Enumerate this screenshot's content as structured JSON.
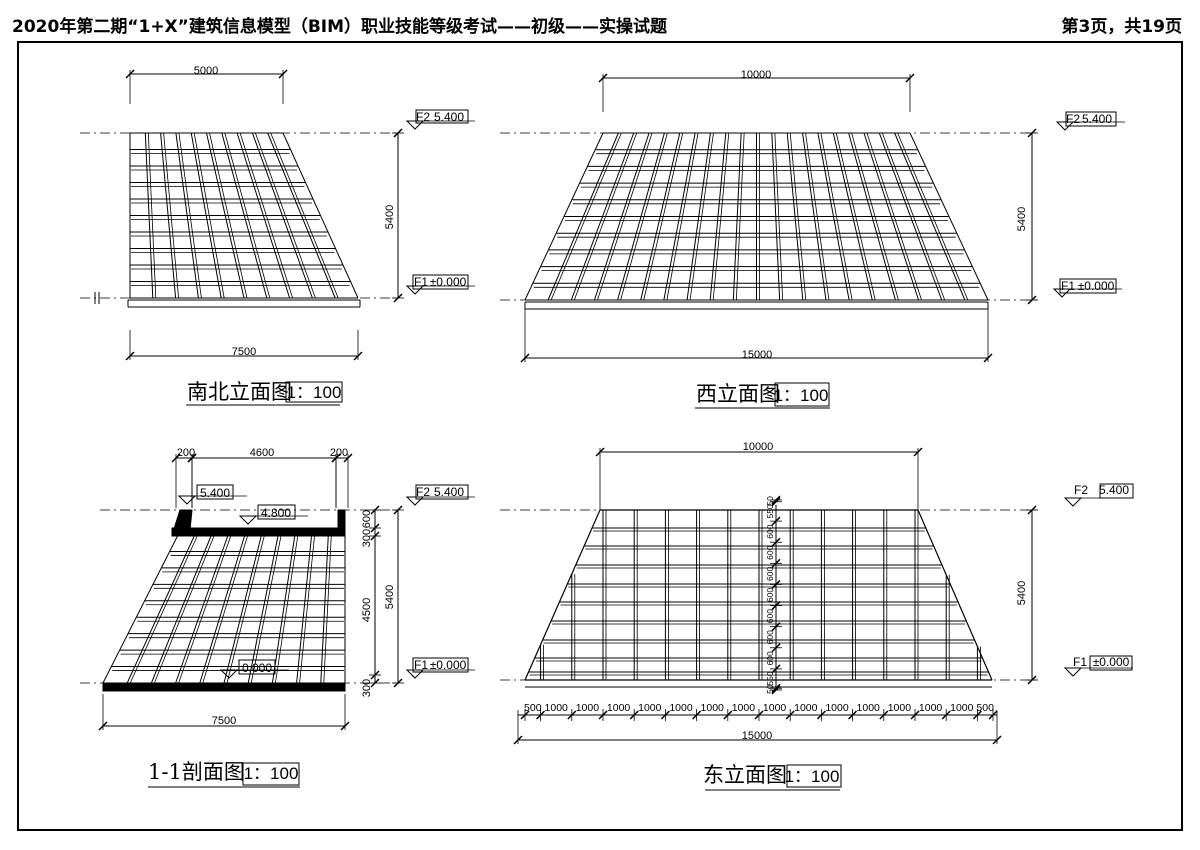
{
  "header": {
    "title": "2020年第二期“1+X”建筑信息模型（BIM）职业技能等级考试——初级——实操试题",
    "page": "第3页，共19页"
  },
  "views": {
    "north_south": {
      "title": "南北立面图",
      "scale": "1：100",
      "dim_top": "5000",
      "dim_bottom": "7500",
      "dim_height": "5400",
      "level_top_code": "F2",
      "level_top_value": "5.400",
      "level_bottom_code": "F1",
      "level_bottom_value": "±0.000"
    },
    "west": {
      "title": "西立面图",
      "scale": "1：100",
      "dim_top": "10000",
      "dim_bottom": "15000",
      "dim_height": "5400",
      "level_top_code": "F2",
      "level_top_value": "5.400",
      "level_bottom_code": "F1",
      "level_bottom_value": "±0.000"
    },
    "section": {
      "title": "1-1剖面图",
      "scale": "1：100",
      "dim_top_left": "200",
      "dim_top_mid": "4600",
      "dim_top_right": "200",
      "dim_bottom": "7500",
      "dim_height": "5400",
      "dim_seg_600": "600",
      "dim_seg_300": "300",
      "dim_seg_4500": "4500",
      "dim_seg_300b": "300",
      "elev_top": "5.400",
      "elev_gutter": "4.800",
      "elev_floor": "0.000",
      "level_top_code": "F2",
      "level_top_value": "5.400",
      "level_bottom_code": "F1",
      "level_bottom_value": "±0.000"
    },
    "east": {
      "title": "东立面图",
      "scale": "1：100",
      "dim_top": "10000",
      "dim_total": "15000",
      "dim_height": "5400",
      "bottom_segments": [
        "500",
        "1000",
        "1000",
        "1000",
        "1000",
        "1000",
        "1000",
        "1000",
        "1000",
        "1000",
        "1000",
        "1000",
        "1000",
        "1000",
        "1000",
        "500"
      ],
      "vertical_segments": [
        "50",
        "550",
        "600",
        "600",
        "600",
        "600",
        "600",
        "600",
        "600",
        "550",
        "50"
      ],
      "level_top_code": "F2",
      "level_top_value": "5.400",
      "level_bottom_code": "F1",
      "level_bottom_value": "±0.000"
    }
  }
}
